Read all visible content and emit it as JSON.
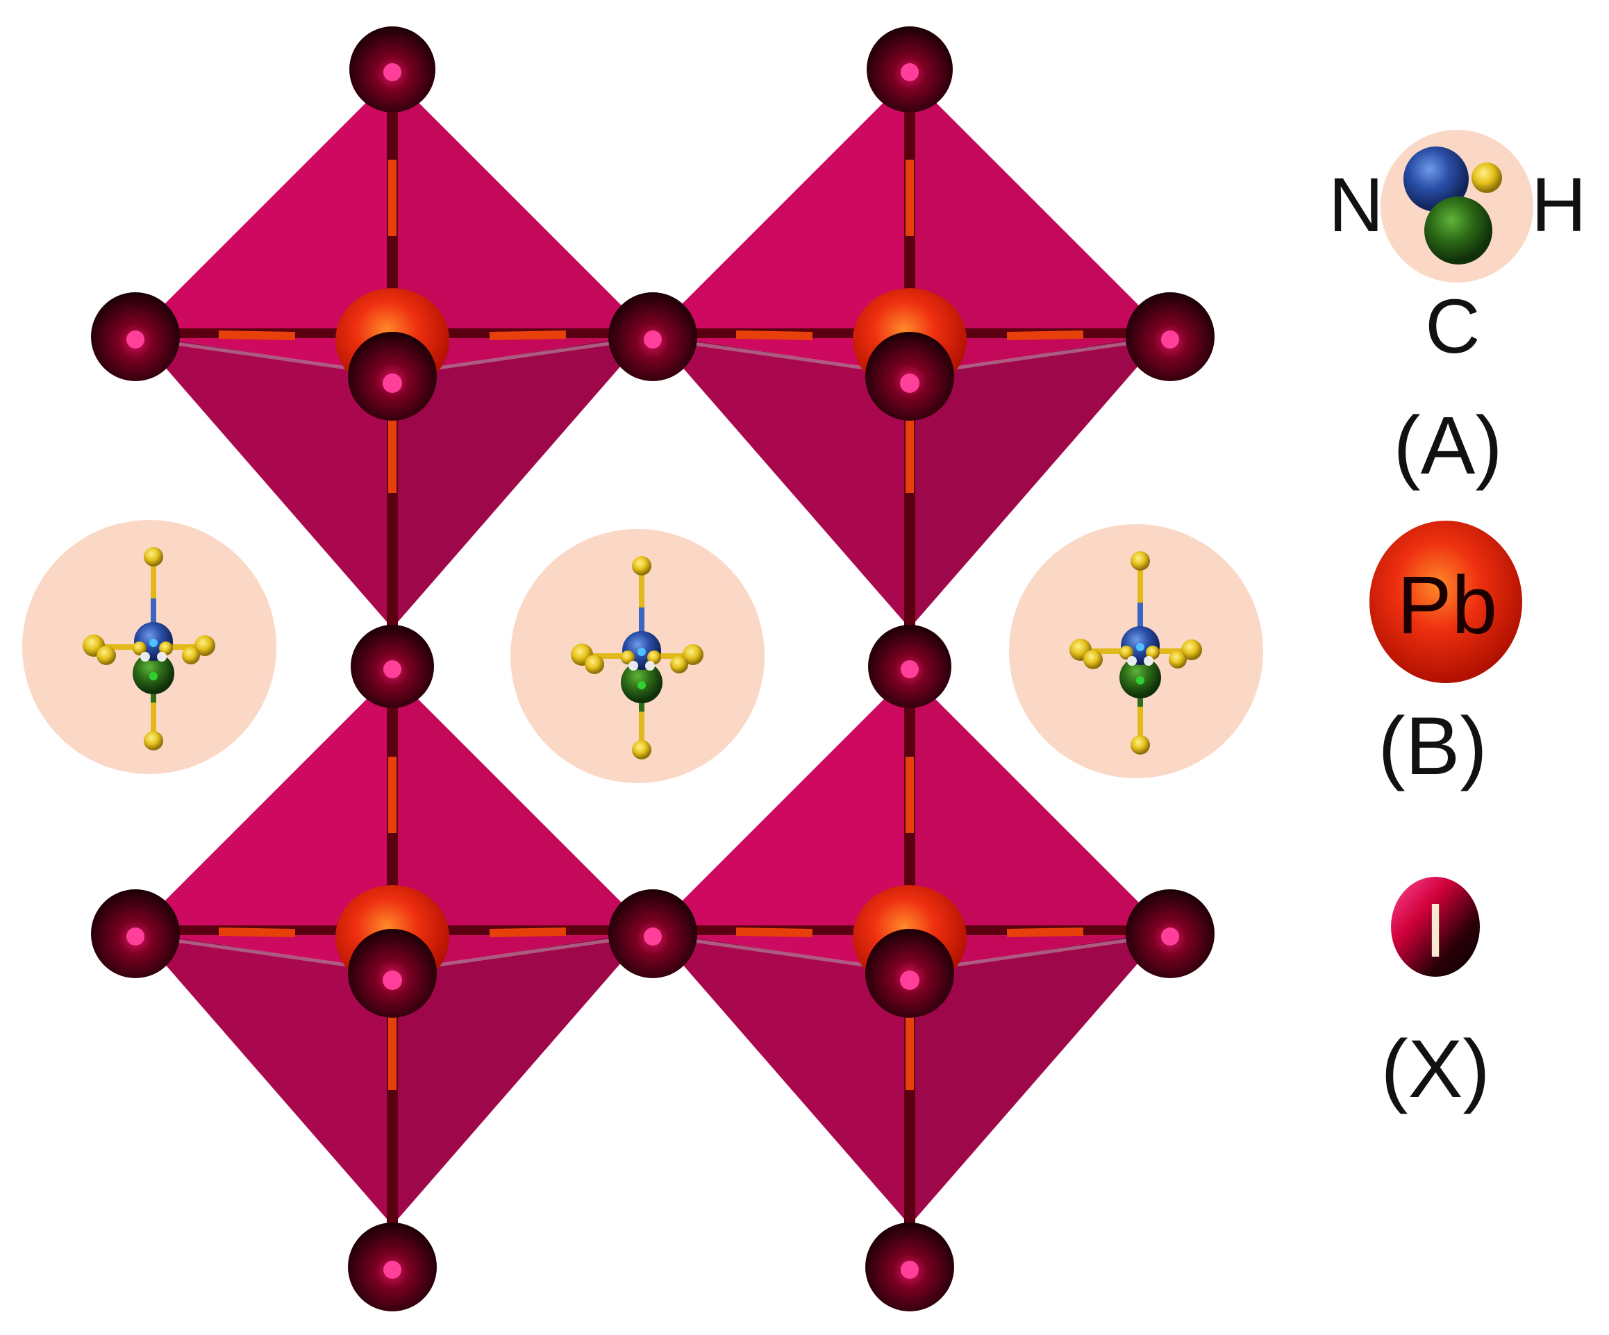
{
  "legend": {
    "a": {
      "atoms": {
        "n": "N",
        "h": "H",
        "c": "C"
      },
      "label": "(A)"
    },
    "b": {
      "symbol": "Pb",
      "label": "(B)"
    },
    "x": {
      "symbol": "I",
      "label": "(X)"
    }
  },
  "colors": {
    "octahedron_light": "#cc0a5e",
    "octahedron_dark": "#a8084d",
    "lead": "#e8260c",
    "iodine": "#2a0008",
    "iodine_highlight": "#ff3f9a",
    "a_site_halo": "#fbd9c8",
    "nitrogen": "#2a55b0",
    "carbon": "#2f6e16",
    "hydrogen": "#e8c21a"
  }
}
